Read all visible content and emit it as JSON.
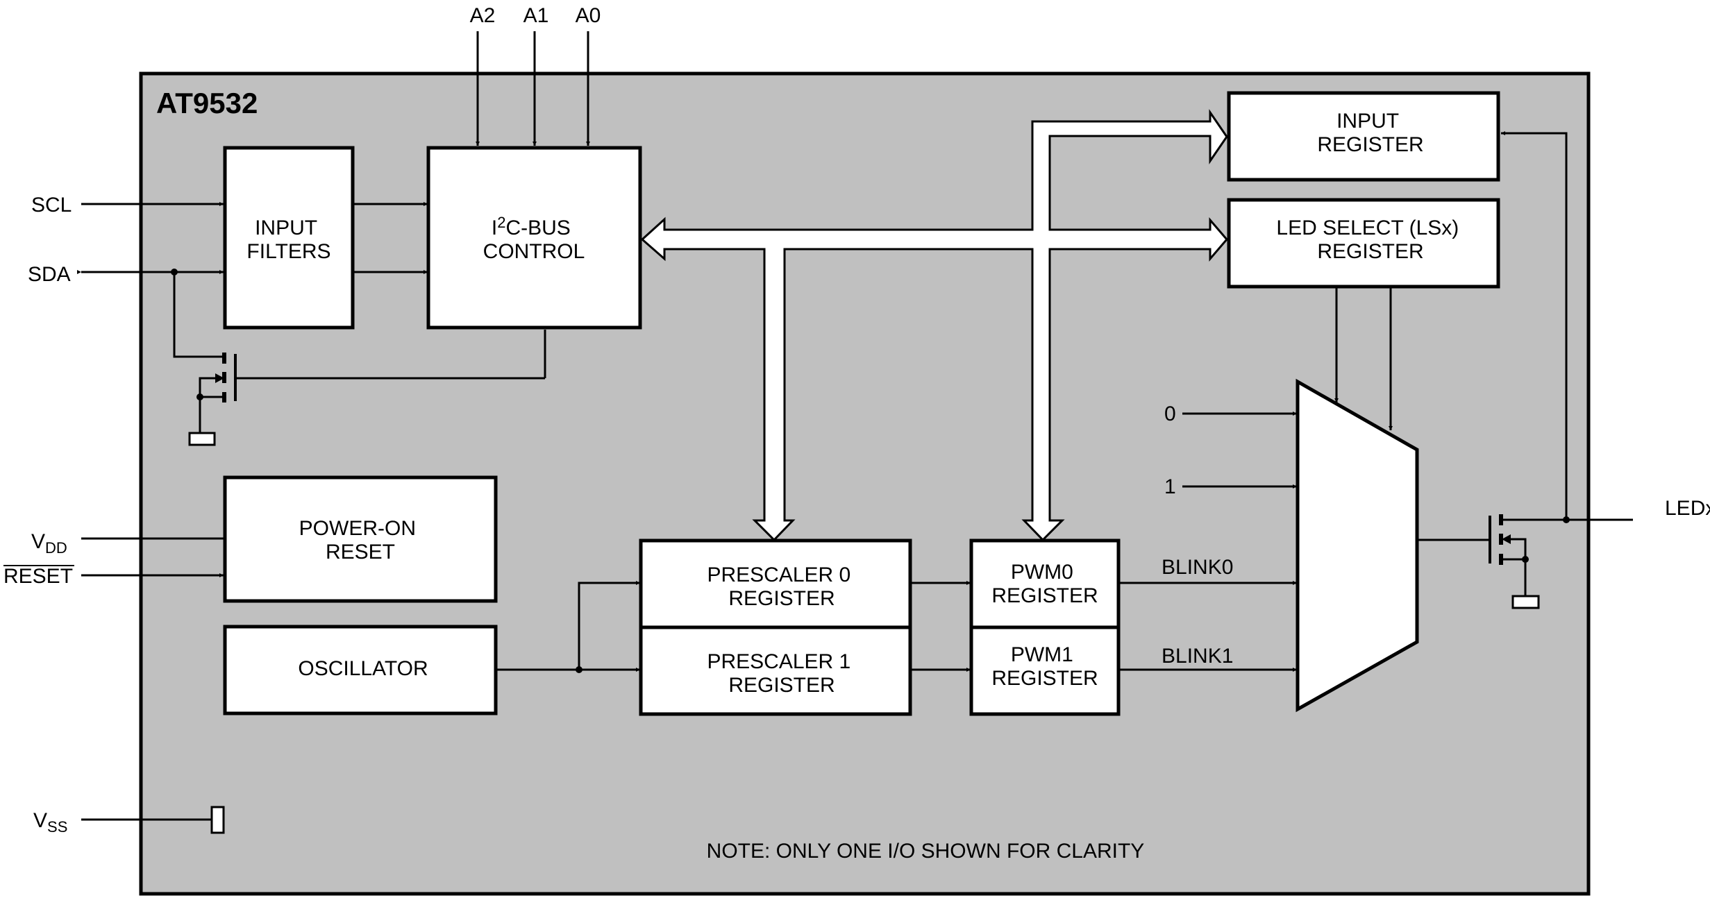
{
  "chip": {
    "name": "AT9532"
  },
  "address_pins": [
    "A2",
    "A1",
    "A0"
  ],
  "left_pins": {
    "scl": "SCL",
    "sda": "SDA",
    "vdd": "V",
    "vdd_sub": "DD",
    "reset": "RESET",
    "vss": "V",
    "vss_sub": "SS"
  },
  "right_pin": "LEDx",
  "blocks": {
    "input_filters": [
      "INPUT",
      "FILTERS"
    ],
    "i2c_control": [
      "I",
      "2",
      "C-BUS",
      "CONTROL"
    ],
    "input_register": [
      "INPUT",
      "REGISTER"
    ],
    "led_select": [
      "LED SELECT (LSx)",
      "REGISTER"
    ],
    "power_on_reset": [
      "POWER-ON",
      "RESET"
    ],
    "oscillator": "OSCILLATOR",
    "prescaler0": [
      "PRESCALER 0",
      "REGISTER"
    ],
    "prescaler1": [
      "PRESCALER 1",
      "REGISTER"
    ],
    "pwm0": [
      "PWM0",
      "REGISTER"
    ],
    "pwm1": [
      "PWM1",
      "REGISTER"
    ]
  },
  "mux_inputs": [
    "0",
    "1"
  ],
  "signals": {
    "blink0": "BLINK0",
    "blink1": "BLINK1"
  },
  "note": "NOTE: ONLY ONE I/O SHOWN FOR CLARITY"
}
